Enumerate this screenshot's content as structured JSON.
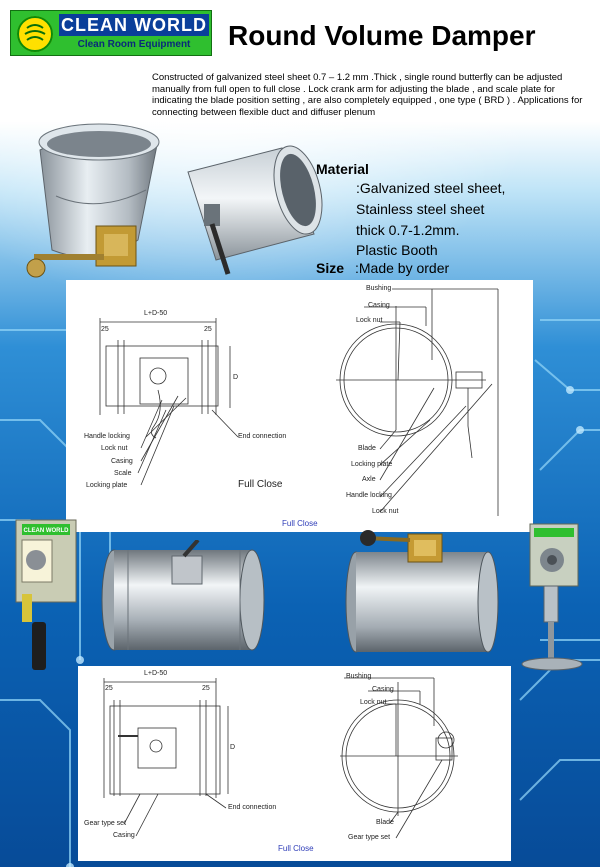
{
  "brand": {
    "name": "CLEAN WORLD",
    "tagline": "Clean Room Equipment",
    "colors": {
      "green": "#2fbf2f",
      "navy": "#0a3e9a",
      "yellow": "#ffe000"
    }
  },
  "title": "Round Volume Damper",
  "description": "Constructed of galvanized steel sheet 0.7 – 1.2 mm .Thick , single round butterfly can be adjusted manually from full open to full close . Lock crank arm for adjusting the blade , and scale plate for indicating the blade position setting , are also completely equipped , one type ( BRD ) . Applications for connecting between flexible duct and diffuser plenum",
  "specs": {
    "material_label": "Material",
    "material_lines": [
      ":Galvanized steel sheet,",
      "Stainless steel sheet",
      "thick 0.7-1.2mm.",
      "Plastic Booth"
    ],
    "size_label": "Size",
    "size_value": ":Made by order"
  },
  "diagram1": {
    "dims": {
      "length": "L+D-50",
      "left_margin": "25",
      "right_margin": "25",
      "diameter": "D"
    },
    "side_labels": [
      "Handle locking",
      "Lock nut",
      "Casing",
      "Scale",
      "Locking plate"
    ],
    "end_connection": "End connection",
    "view_title": "Full Close",
    "front_labels_top": [
      "Bushing",
      "Casing",
      "Lock nut"
    ],
    "front_labels_bottom": [
      "Blade",
      "Locking plate",
      "Axle",
      "Handle locking",
      "Lock nut"
    ],
    "caption": "Full Close"
  },
  "diagram2": {
    "dims": {
      "length": "L+D-50",
      "left_margin": "25",
      "right_margin": "25",
      "diameter": "D"
    },
    "side_labels": [
      "Gear type set",
      "Casing"
    ],
    "end_connection": "End connection",
    "front_labels_top": [
      "Bushing",
      "Casing",
      "Lock nut"
    ],
    "front_labels_bottom": [
      "Blade",
      "Gear type set"
    ],
    "caption": "Full Close"
  },
  "photos": [
    {
      "icon": "damper-crank-photo"
    },
    {
      "icon": "damper-side-photo"
    },
    {
      "icon": "scale-plate-photo"
    },
    {
      "icon": "damper-lever-photo"
    },
    {
      "icon": "damper-crank-top-photo"
    },
    {
      "icon": "gear-box-photo"
    }
  ],
  "photo_badge": "CLEAN WORLD",
  "background": {
    "base": "#0a63b8",
    "light": "#7ec9f2",
    "dark": "#063f86"
  }
}
